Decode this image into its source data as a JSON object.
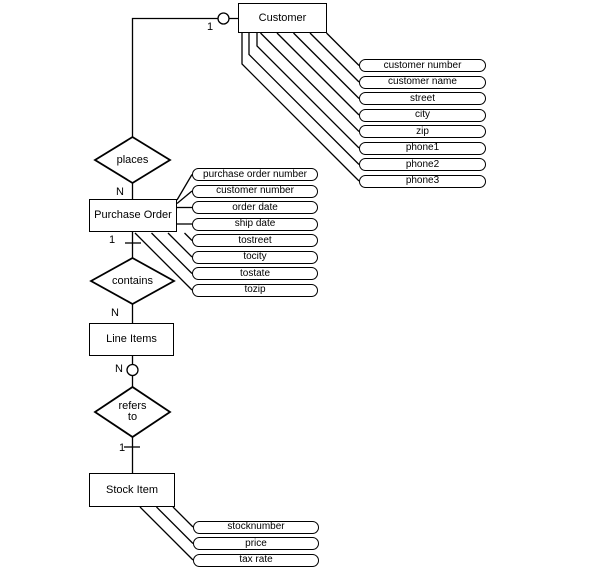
{
  "diagram_type": "entity-relationship-diagram",
  "colors": {
    "line": "#000000",
    "shape_fill": "#ffffff",
    "background": "#ffffff",
    "text": "#000000"
  },
  "entities": {
    "customer": {
      "label": "Customer"
    },
    "purchase_order": {
      "label": "Purchase Order"
    },
    "line_items": {
      "label": "Line Items"
    },
    "stock_item": {
      "label": "Stock Item"
    }
  },
  "relationships": {
    "places": {
      "label": "places"
    },
    "contains": {
      "label": "contains"
    },
    "refers_to": {
      "line1": "refers",
      "line2": "to"
    }
  },
  "attributes": {
    "customer": [
      "customer number",
      "customer name",
      "street",
      "city",
      "zip",
      "phone1",
      "phone2",
      "phone3"
    ],
    "purchase_order": [
      "purchase order number",
      "customer number",
      "order date",
      "ship date",
      "tostreet",
      "tocity",
      "tostate",
      "tozip"
    ],
    "stock_item": [
      "stocknumber",
      "price",
      "tax rate"
    ]
  },
  "cardinalities": {
    "customer_places": "1",
    "places_purchase_order": "N",
    "purchase_order_contains": "1",
    "contains_line_items": "N",
    "line_items_refers_to": "N",
    "refers_to_stock_item": "1"
  }
}
